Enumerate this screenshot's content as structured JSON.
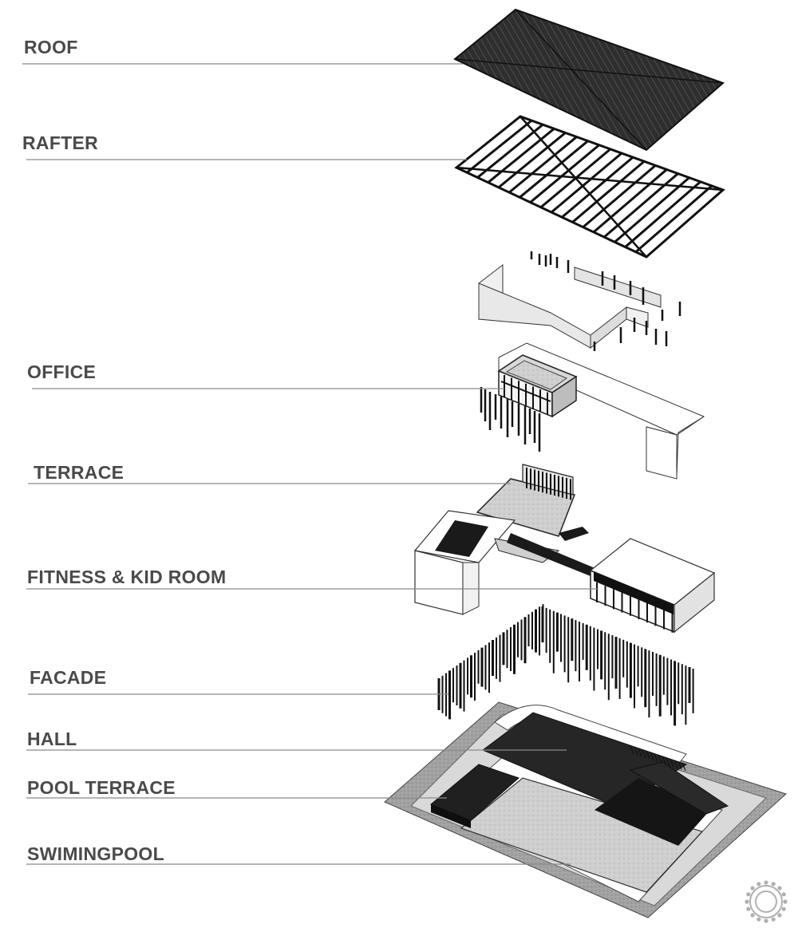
{
  "layers": [
    {
      "key": "roof",
      "label": "ROOF"
    },
    {
      "key": "rafter",
      "label": "RAFTER"
    },
    {
      "key": "office",
      "label": "OFFICE"
    },
    {
      "key": "terrace",
      "label": "TERRACE"
    },
    {
      "key": "fitness",
      "label": "FITNESS & KID ROOM"
    },
    {
      "key": "facade",
      "label": "FACADE"
    },
    {
      "key": "hall",
      "label": "HALL"
    },
    {
      "key": "pool_terrace",
      "label": "POOL TERRACE"
    },
    {
      "key": "swimingpool",
      "label": "SWIMINGPOOL"
    }
  ],
  "colors": {
    "label_text": "#4a4a4a",
    "leader_line": "#8a8a8a",
    "dark_fill": "#1c1c1c",
    "concrete": "#c8c8c8",
    "site_gray": "#9a9a9a",
    "outline": "#222222"
  },
  "watermark_icon": "gear-stamp-icon"
}
